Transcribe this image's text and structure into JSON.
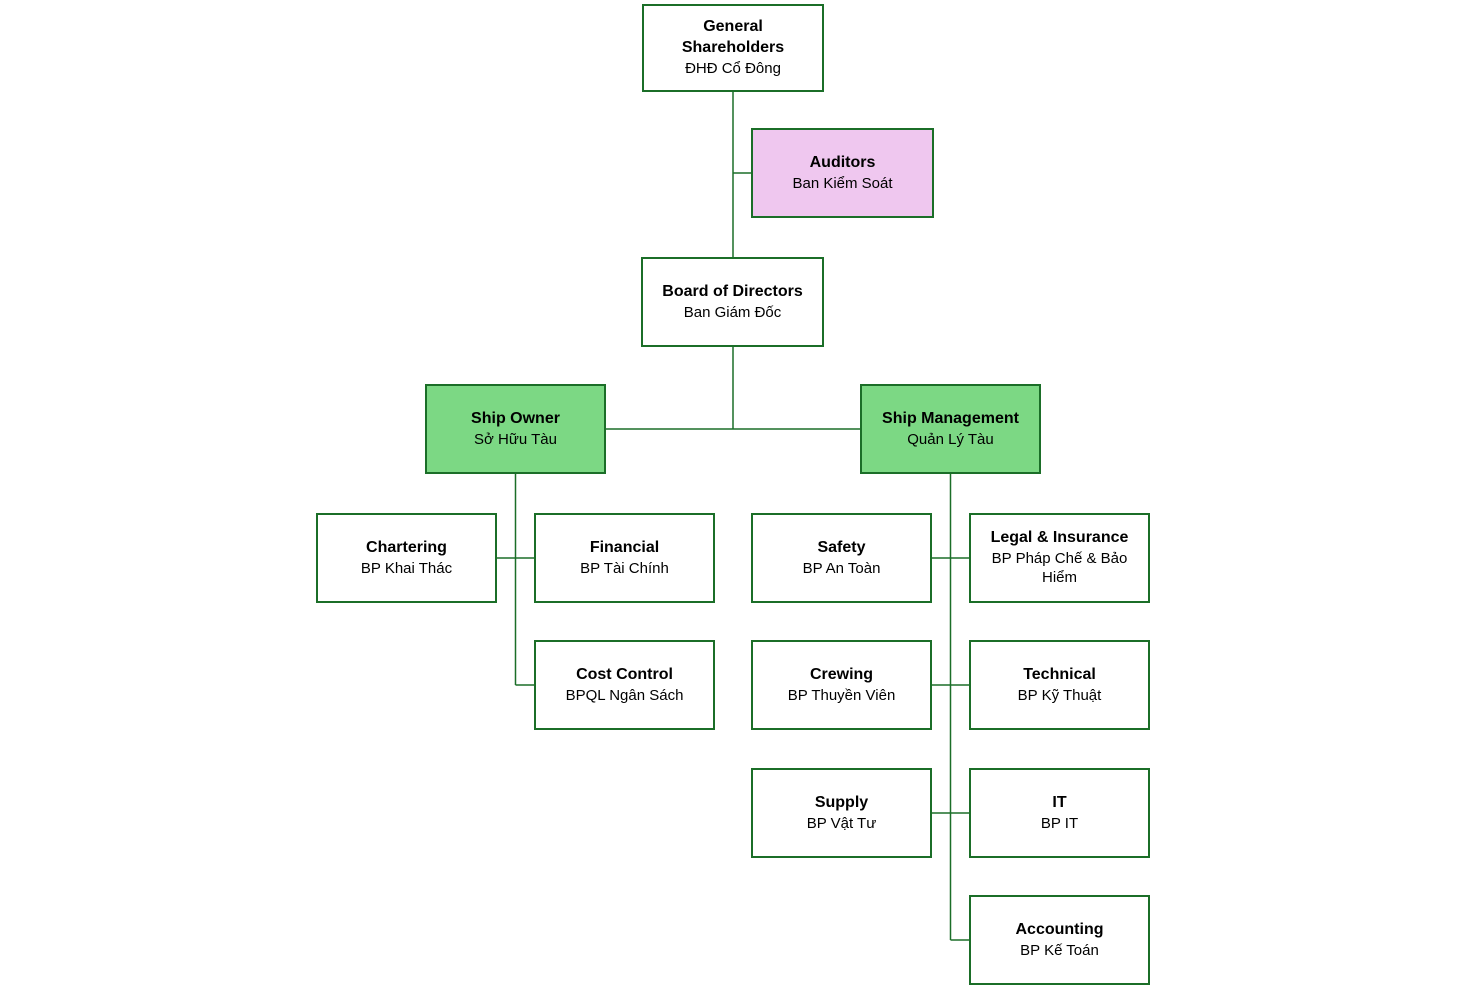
{
  "chart": {
    "type": "org-chart",
    "nodes": {
      "general_shareholders": {
        "title": "General Shareholders",
        "subtitle": "ĐHĐ Cổ Đông"
      },
      "auditors": {
        "title": "Auditors",
        "subtitle": "Ban Kiểm Soát"
      },
      "board_of_directors": {
        "title": "Board of Directors",
        "subtitle": "Ban Giám Đốc"
      },
      "ship_owner": {
        "title": "Ship Owner",
        "subtitle": "Sở Hữu Tàu"
      },
      "ship_management": {
        "title": "Ship Management",
        "subtitle": "Quản Lý Tàu"
      },
      "chartering": {
        "title": "Chartering",
        "subtitle": "BP Khai Thác"
      },
      "financial": {
        "title": "Financial",
        "subtitle": "BP Tài Chính"
      },
      "cost_control": {
        "title": "Cost Control",
        "subtitle": "BPQL Ngân Sách"
      },
      "safety": {
        "title": "Safety",
        "subtitle": "BP An Toàn"
      },
      "legal_insurance": {
        "title": "Legal & Insurance",
        "subtitle": "BP Pháp Chế & Bảo Hiểm"
      },
      "crewing": {
        "title": "Crewing",
        "subtitle": "BP Thuyền Viên"
      },
      "technical": {
        "title": "Technical",
        "subtitle": "BP Kỹ Thuật"
      },
      "supply": {
        "title": "Supply",
        "subtitle": "BP Vật Tư"
      },
      "it": {
        "title": "IT",
        "subtitle": "BP IT"
      },
      "accounting": {
        "title": "Accounting",
        "subtitle": "BP Kế Toán"
      }
    },
    "colors": {
      "border": "#1b6e28",
      "connector_line": "#1b6e28",
      "fill_default": "#ffffff",
      "fill_highlight_green": "#7cd884",
      "fill_highlight_pink": "#efc7ef",
      "text": "#000000",
      "background": "#ffffff"
    }
  }
}
